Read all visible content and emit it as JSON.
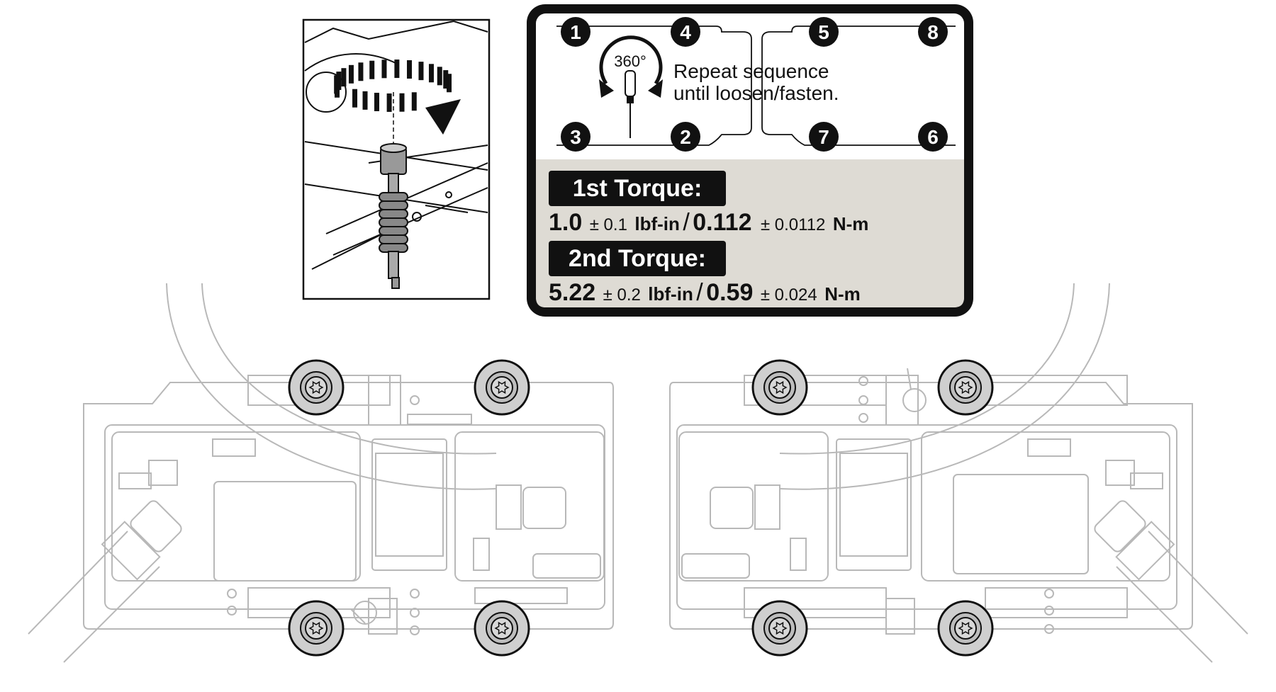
{
  "instruction": {
    "rotation_label": "360°",
    "text_line1": "Repeat sequence",
    "text_line2": "until loosen/fasten."
  },
  "sequence_numbers": [
    "1",
    "4",
    "5",
    "8",
    "3",
    "2",
    "7",
    "6"
  ],
  "torque": {
    "first": {
      "label": "1st Torque:",
      "main_value": "1.0",
      "tolerance": "± 0.1",
      "unit": "lbf-in",
      "separator": "/",
      "metric_value": "0.112",
      "metric_tolerance": "± 0.0112",
      "metric_unit": "N-m"
    },
    "second": {
      "label": "2nd Torque:",
      "main_value": "5.22",
      "tolerance": "± 0.2",
      "unit": "lbf-in",
      "separator": "/",
      "metric_value": "0.59",
      "metric_tolerance": "± 0.024",
      "metric_unit": "N-m"
    }
  },
  "colors": {
    "line": "#111111",
    "faint_line": "#b8b8b8",
    "panel_gray": "#dedbd4",
    "screw_fill": "#cfcfcf",
    "label_bg": "#111111",
    "label_text": "#ffffff"
  }
}
